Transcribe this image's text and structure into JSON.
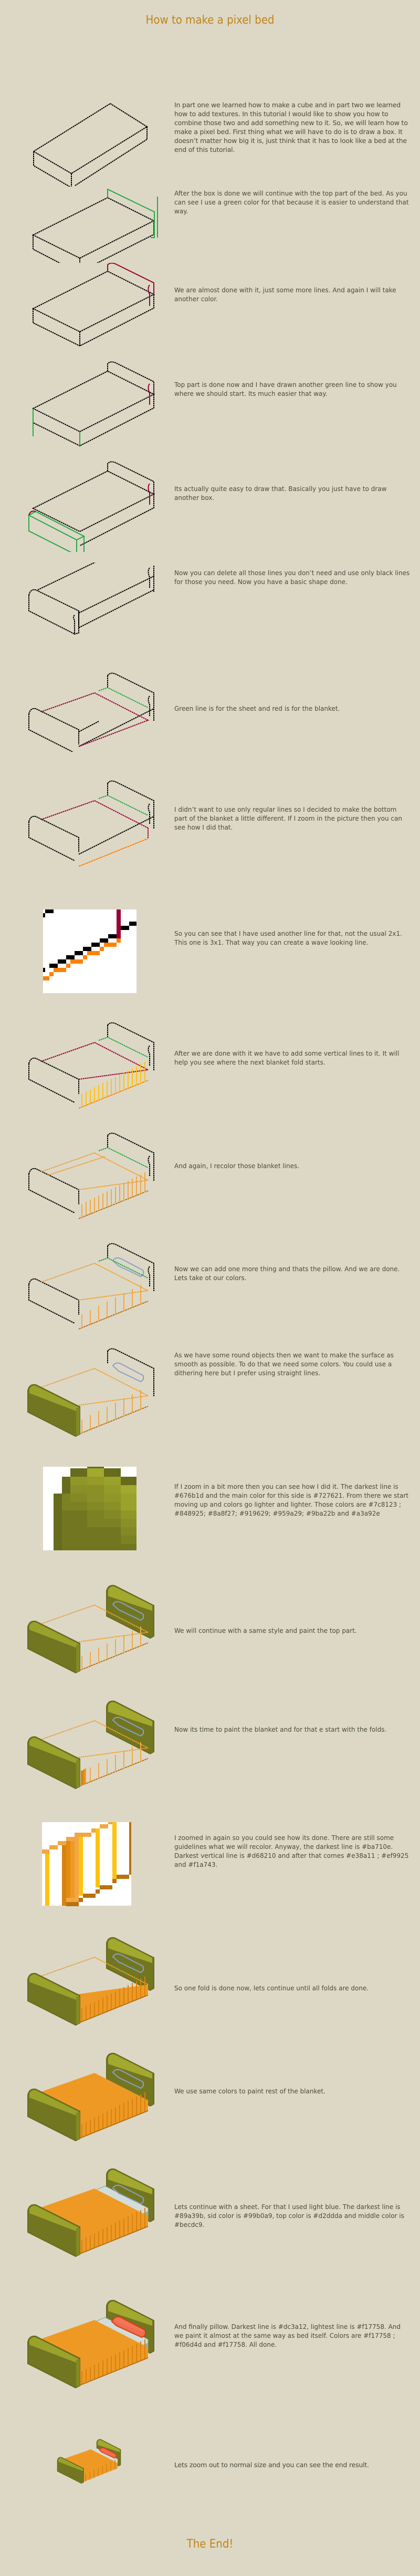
{
  "page": {
    "title": "How to make a pixel bed",
    "end_title": "The End!",
    "background": "#ddd8c6",
    "accent_color": "#c08415"
  },
  "steps": [
    {
      "text": "In part one we learned how to make a cube and in part two we learned how to add textures. In this tutorial I would like to show you how to combine those two and add something new to it. So, we will learn how to make a pixel bed. First thing what we will have to do is to draw a box. It doesn’t matter how big it is, just think that it has to look like a bed at the end of this tutorial.",
      "image": "box-outline"
    },
    {
      "text": "After the box is done we will continue with the top part of the bed. As you can see I use a green color for that because it is easier to understand that way.",
      "image": "box-green-guides"
    },
    {
      "text": "We are almost done with it, just some more lines. And again I will take another color.",
      "image": "box-red-headboard"
    },
    {
      "text": "Top part is done now and I have drawn another green line to show you where we should start. Its much easier that way.",
      "image": "headboard-green-start"
    },
    {
      "text": "Its actually quite easy to draw that. Basically you just have to draw another box.",
      "image": "footboard-box"
    },
    {
      "text": "Now you can delete all those lines you don’t need and use only black lines for those you need. Now you have a basic shape done.",
      "image": "bed-basic-shape"
    },
    {
      "text": "Green line is for the sheet and red is for the blanket.",
      "image": "sheet-blanket-lines"
    },
    {
      "text": "I didn’t want to use only regular lines so I decided to make the bottom part of the blanket a little different. If I zoom in the picture then you can see how I did that.",
      "image": "blanket-bottom-wave"
    },
    {
      "text": "So you can see that I have used another line for that, not the usual 2x1. This one is 3x1. That way you can create a wave looking line.",
      "image": "zoomed-wave-line"
    },
    {
      "text": "After we are done with it we have to add some vertical lines to it. It will help you see where the next blanket fold starts.",
      "image": "blanket-vertical-lines"
    },
    {
      "text": "And again, I recolor those blanket lines.",
      "image": "blanket-recolored"
    },
    {
      "text": "Now we can add one more thing and thats the pillow. And we are done. Lets take ot our colors.",
      "image": "pillow-added"
    },
    {
      "text": "As we have some round objects then we want to make the surface as smooth as possible. To do that we need some colors. You could use a dithering here but I prefer using straight lines.",
      "image": "footboard-painted"
    },
    {
      "text": "If I zoom in a bit more then you can see how I did it. The darkest line is #676b1d and the main color for this side is #727621. From there we start moving up and colors go lighter and lighter. Those colors are  #7c8123 ; #848925; #8a8f27; #919629; #959a29; #9ba22b and #a3a92e",
      "image": "zoomed-green-gradient"
    },
    {
      "text": "We will continue with a same style and paint the top part.",
      "image": "headboard-painted"
    },
    {
      "text": "Now its time to paint the blanket and for that e start with the folds.",
      "image": "blanket-folds-start"
    },
    {
      "text": "I zoomed in again so you could see how its done. There are still some guidelines what we will recolor. Anyway, the darkest line is #ba710e. Darkest vertical line is #d68210 and after that comes #e38a11 ; #ef9925 and #f1a743.",
      "image": "zoomed-fold-colors"
    },
    {
      "text": "So one fold is done now, lets continue until all folds are done.",
      "image": "folds-painted"
    },
    {
      "text": "We use same colors to paint rest of the blanket.",
      "image": "blanket-painted"
    },
    {
      "text": "Lets continue with a sheet. For that I used light blue. The darkest line is #89a39b, sid color is #99b0a9, top color is #d2ddda and middle color is #becdc9.",
      "image": "sheet-painted"
    },
    {
      "text": "And finally pillow. Darkest line is #dc3a12, lightest line is #f17758. And we paint it almost at the same way as bed itself. Colors are #f17758 ; #f06d4d and #f17758. All done.",
      "image": "pillow-painted"
    },
    {
      "text": "Lets zoom out to normal size and you can see the end result.",
      "image": "final-bed-small"
    }
  ],
  "palette": {
    "frame_darkest": "#676b1d",
    "frame_main": "#727621",
    "frame_gradient": [
      "#7c8123",
      "#848925",
      "#8a8f27",
      "#919629",
      "#959a29",
      "#9ba22b",
      "#a3a92e"
    ],
    "blanket_darkest": "#ba710e",
    "blanket_vertical": [
      "#d68210",
      "#e38a11",
      "#ef9925",
      "#f1a743"
    ],
    "sheet": {
      "darkest": "#89a39b",
      "side": "#99b0a9",
      "top": "#d2ddda",
      "middle": "#becdc9"
    },
    "pillow": {
      "darkest": "#dc3a12",
      "lightest": "#f17758",
      "fill": [
        "#f17758",
        "#f06d4d",
        "#f17758"
      ]
    },
    "guide_green": "#22aa44",
    "guide_red": "#990033",
    "guide_orange": "#ff8000"
  }
}
